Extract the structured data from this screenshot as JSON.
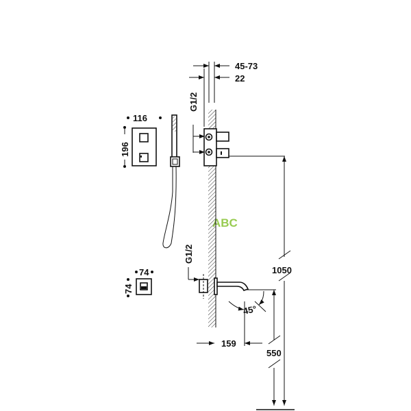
{
  "dimensions": {
    "wall_depth_range": "45-73",
    "wall_offset": "22",
    "thread_top": "G1/2",
    "thread_bottom": "G1/2",
    "escutcheon_width": "116",
    "escutcheon_height": "196",
    "diverter_width": "74",
    "diverter_height": "74",
    "spout_projection": "159",
    "spout_angle": "45°",
    "spout_height": "550",
    "valve_height": "1050"
  },
  "watermark": {
    "text": "ABC",
    "color": "#8dc63f"
  },
  "colors": {
    "line": "#111111",
    "background": "#ffffff"
  }
}
